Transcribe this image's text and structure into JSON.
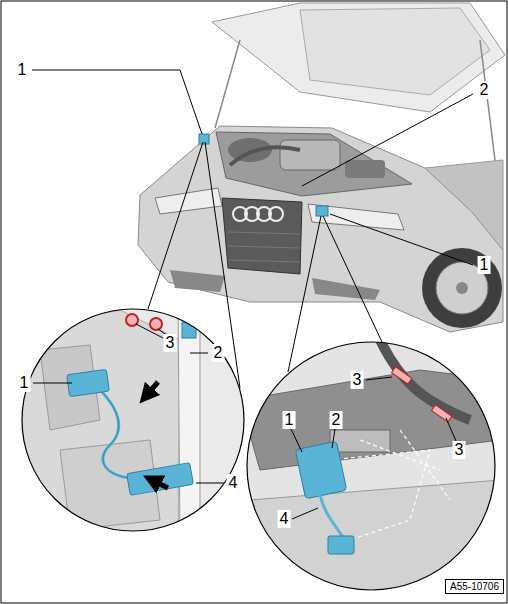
{
  "diagram": {
    "nodes": [
      {
        "text": [
          "A55-10706"
        ]
      }
    ],
    "labels": [
      "1",
      "2",
      "1",
      "3",
      "1",
      "2",
      "4",
      "1",
      "2",
      "3",
      "3",
      "4"
    ]
  }
}
